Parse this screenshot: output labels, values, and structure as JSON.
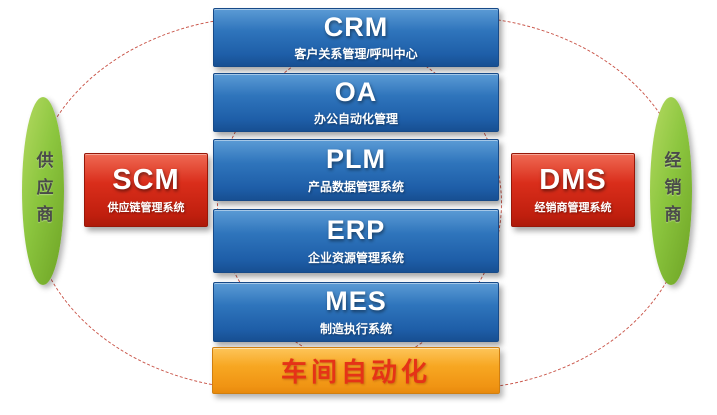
{
  "systems": [
    {
      "abbr": "CRM",
      "name": "客户关系管理/呼叫中心"
    },
    {
      "abbr": "OA",
      "name": "办公自动化管理"
    },
    {
      "abbr": "PLM",
      "name": "产品数据管理系统"
    },
    {
      "abbr": "ERP",
      "name": "企业资源管理系统"
    },
    {
      "abbr": "MES",
      "name": "制造执行系统"
    }
  ],
  "workshop": {
    "label": "车间自动化"
  },
  "scm": {
    "abbr": "SCM",
    "name": "供应链管理系统"
  },
  "dms": {
    "abbr": "DMS",
    "name": "经销商管理系统"
  },
  "supplier": {
    "label": "供应商"
  },
  "distributor": {
    "label": "经销商"
  },
  "colors": {
    "system_blue": "#2f75bc",
    "side_red": "#da2e1b",
    "workshop_orange": "#f7a722",
    "workshop_text_red": "#e53317",
    "partner_green": "#8cc63f",
    "venn_dashed_red": "#c0392b"
  }
}
